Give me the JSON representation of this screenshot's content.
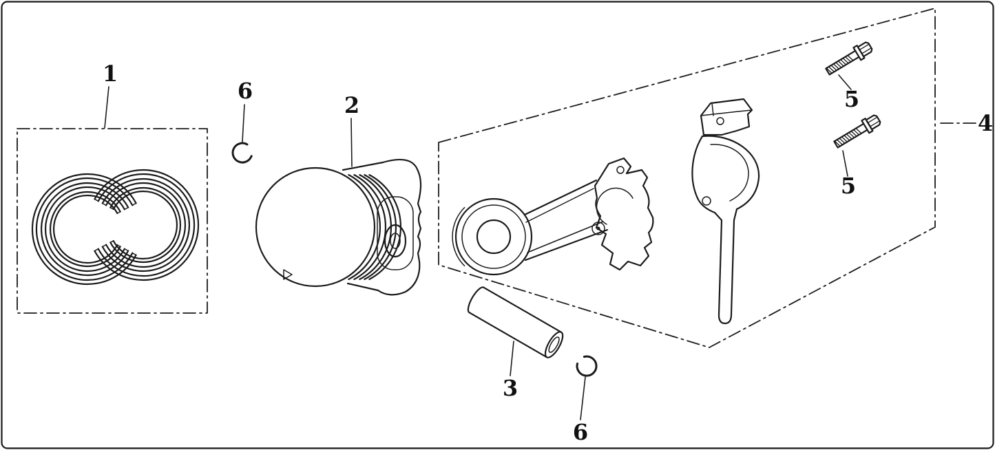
{
  "diagram": {
    "aria_label": "Exploded engine parts diagram: piston ring set, piston, piston pin, pin clips, and connecting rod assembly with cap bolts",
    "ink_color": "#1a1a1a",
    "paper_color": "#ffffff"
  },
  "callouts": [
    {
      "part": "piston-ring-set",
      "label": "1"
    },
    {
      "part": "piston",
      "label": "2"
    },
    {
      "part": "piston-pin",
      "label": "3"
    },
    {
      "part": "connecting-rod-assembly",
      "label": "4"
    },
    {
      "part": "connecting-rod-bolt-upper",
      "label": "5"
    },
    {
      "part": "connecting-rod-bolt-lower",
      "label": "5"
    },
    {
      "part": "pin-clip-upper",
      "label": "6"
    },
    {
      "part": "pin-clip-lower",
      "label": "6"
    }
  ]
}
